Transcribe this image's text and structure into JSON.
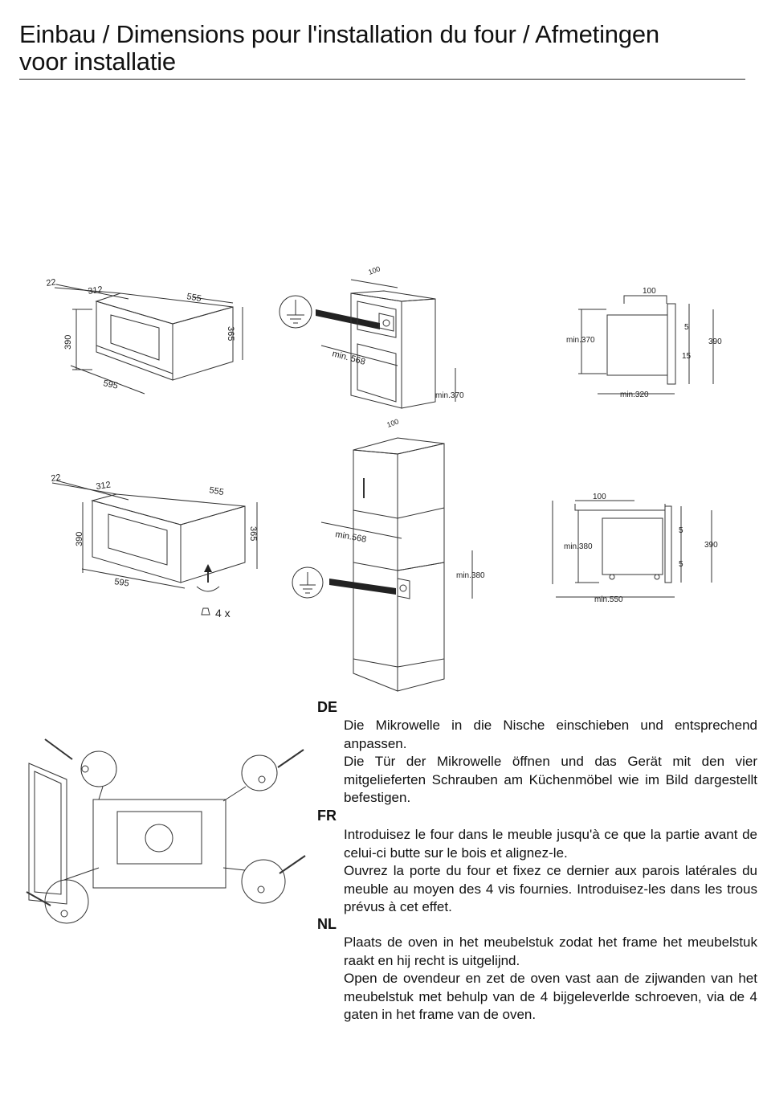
{
  "page": {
    "title_line1": "Einbau / Dimensions pour l'installation du four / Afmetingen",
    "title_line2": "voor installatie"
  },
  "fig1": {
    "d22": "22",
    "d312": "312",
    "d555": "555",
    "d390": "390",
    "d365": "365",
    "d595": "595"
  },
  "fig2": {
    "d22": "22",
    "d312": "312",
    "d555": "555",
    "d390": "390",
    "d365": "365",
    "d595": "595",
    "screws": "4 x"
  },
  "fig3": {
    "d100": "100",
    "dmin568": "min. 568",
    "dmin370": "min.370"
  },
  "fig4": {
    "d100": "100",
    "dmin568": "min.568",
    "dmin380": "min.380"
  },
  "fig5": {
    "d100": "100",
    "dmin370": "min.370",
    "d5": "5",
    "d15": "15",
    "d390": "390",
    "dmin320": "min.320"
  },
  "fig6": {
    "d100": "100",
    "dmin380": "min.380",
    "d5a": "5",
    "d5b": "5",
    "d390": "390",
    "dmin550": "min.550"
  },
  "text": {
    "de_label": "DE",
    "de_p1": "Die Mikrowelle in die Nische einschieben und entsprechend anpassen.",
    "de_p2": "Die Tür der Mikrowelle öffnen und das Gerät mit den vier mitgelieferten Schrauben am Küchenmöbel wie im Bild dargestellt befestigen.",
    "fr_label": "FR",
    "fr_p1": "Introduisez le four dans le meuble jusqu'à ce que la partie avant de celui-ci butte sur le bois et alignez-le.",
    "fr_p2": "Ouvrez la porte du four et fixez ce dernier aux parois latérales du meuble au moyen des 4 vis fournies. Introduisez-les dans les trous prévus à cet effet.",
    "nl_label": "NL",
    "nl_p1": "Plaats de oven in het meubelstuk zodat het frame het meubelstuk raakt en hij recht is uitgelijnd.",
    "nl_p2": "Open de ovendeur en zet de oven vast aan de zijwanden van het meubelstuk met behulp van de 4 bijgeleverlde schroeven, via de 4 gaten in het frame van de oven."
  }
}
